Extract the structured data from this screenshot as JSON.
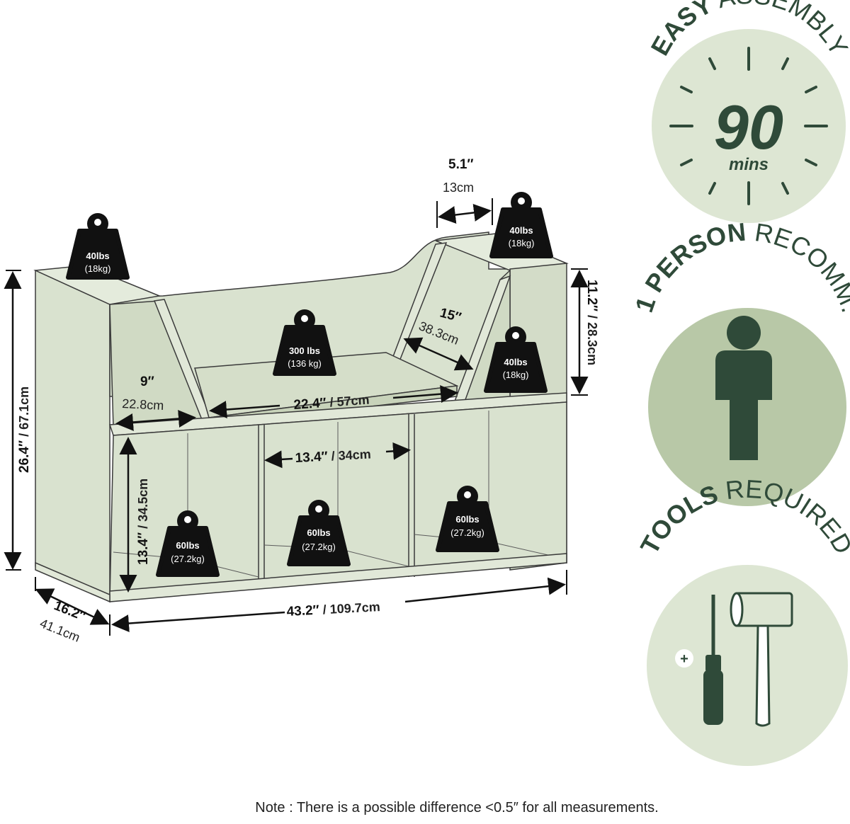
{
  "dimensions": {
    "total_height": {
      "in": "26.4″",
      "cm": "67.1cm"
    },
    "side_height": {
      "in": "11.2″",
      "cm": "28.3cm"
    },
    "depth": {
      "in": "16.2″",
      "cm": "41.1cm"
    },
    "total_width": {
      "in": "43.2″",
      "cm": "109.7cm"
    },
    "top_ledge": {
      "in": "5.1″",
      "cm": "13cm"
    },
    "side_shelf": {
      "in": "9″",
      "cm": "22.8cm"
    },
    "seat_width": {
      "in": "22.4″",
      "cm": "57cm"
    },
    "seat_back": {
      "in": "15″",
      "cm": "38.3cm"
    },
    "cube_width": {
      "in": "13.4″",
      "cm": "34cm"
    },
    "cube_height": {
      "in": "13.4″",
      "cm": "34.5cm"
    }
  },
  "weights": {
    "top_left": {
      "lbs": "40lbs",
      "kg": "(18kg)"
    },
    "top_right": {
      "lbs": "40lbs",
      "kg": "(18kg)"
    },
    "seat": {
      "lbs": "300 lbs",
      "kg": "(136 kg)"
    },
    "side_right": {
      "lbs": "40lbs",
      "kg": "(18kg)"
    },
    "cube_left": {
      "lbs": "60lbs",
      "kg": "(27.2kg)"
    },
    "cube_middle": {
      "lbs": "60lbs",
      "kg": "(27.2kg)"
    },
    "cube_right": {
      "lbs": "60lbs",
      "kg": "(27.2kg)"
    }
  },
  "badges": {
    "assembly": {
      "title_bold": "EASY",
      "title_regular": " ASSEMBLY",
      "number": "90",
      "unit": "mins"
    },
    "person": {
      "title_bold": "1 PERSON",
      "title_regular": " RECOMM."
    },
    "tools": {
      "title_bold": "TOOLS",
      "title_regular": " REQUIRED",
      "plus": "+"
    }
  },
  "note": "Note : There is a possible difference <0.5″ for all measurements.",
  "colors": {
    "furniture_fill": "#d9e2cf",
    "furniture_stroke": "#3b3b3b",
    "badge_bg": "#dde6d3",
    "badge_bg_alt": "#b8c8a7",
    "badge_dark": "#2f4a39",
    "weight_fill": "#111111"
  }
}
